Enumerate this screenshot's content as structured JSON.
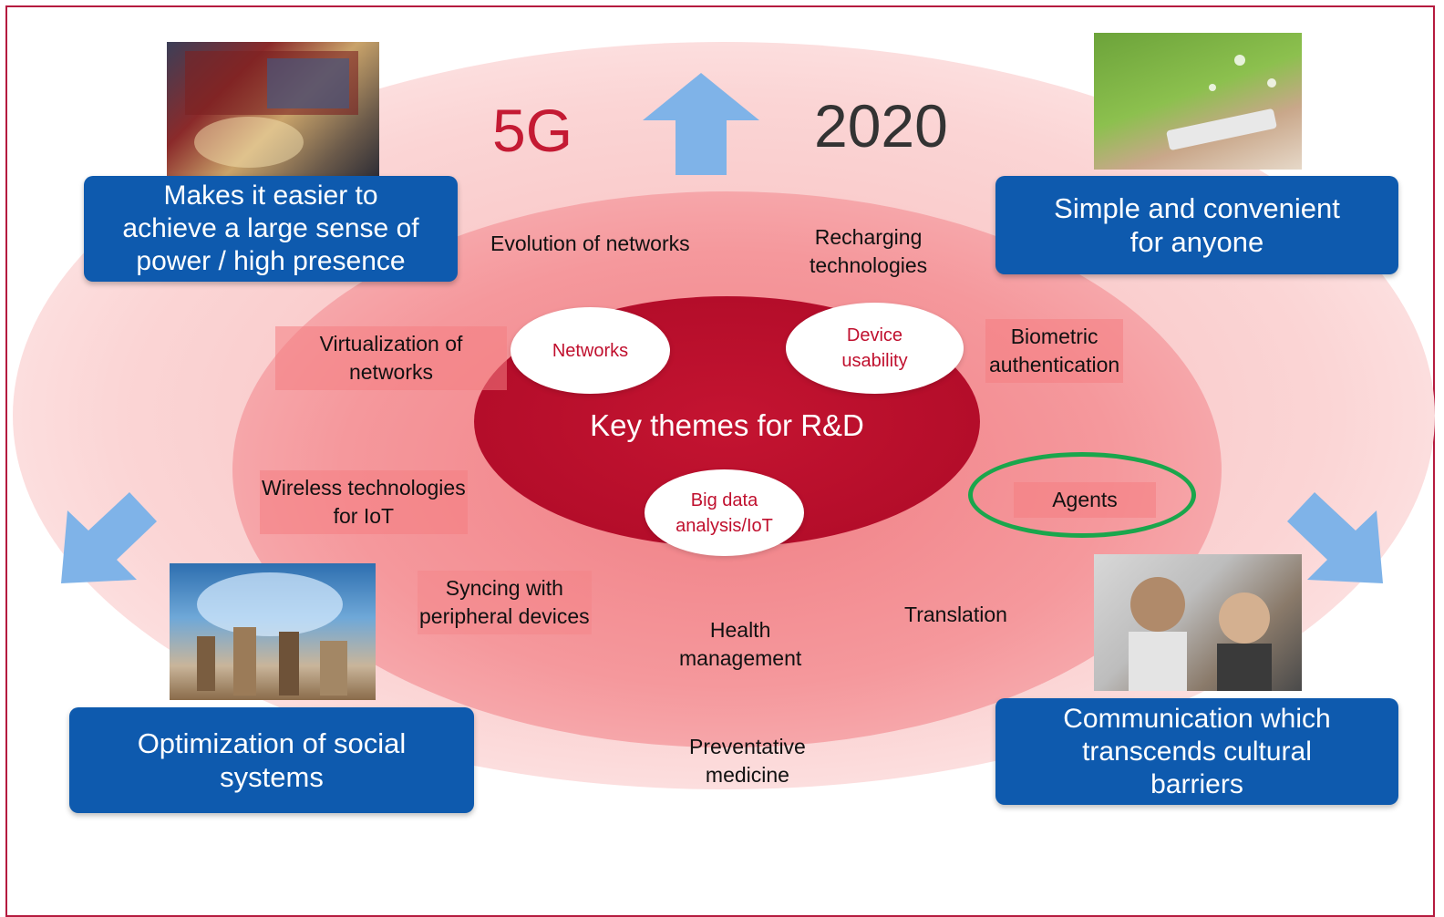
{
  "header": {
    "technology": "5G",
    "year": "2020"
  },
  "core": {
    "title": "Key themes for R&D",
    "bubbles": {
      "networks": "Networks",
      "device_usability": [
        "Device",
        "usability"
      ],
      "big_data": [
        "Big data",
        "analysis/IoT"
      ]
    }
  },
  "themes": {
    "evolution": "Evolution of networks",
    "recharging": [
      "Recharging",
      "technologies"
    ],
    "virtualization": [
      "Virtualization of",
      "networks"
    ],
    "biometric": [
      "Biometric",
      "authentication"
    ],
    "wireless_iot": [
      "Wireless technologies",
      "for IoT"
    ],
    "agents": "Agents",
    "syncing": [
      "Syncing with",
      "peripheral devices"
    ],
    "translation": "Translation",
    "health": [
      "Health",
      "management"
    ],
    "preventative": [
      "Preventative",
      "medicine"
    ]
  },
  "goals": {
    "power": [
      "Makes it easier to",
      "achieve a large sense of",
      "power / high presence"
    ],
    "simple": [
      "Simple and convenient",
      "for anyone"
    ],
    "social": [
      "Optimization of social",
      "systems"
    ],
    "communication": [
      "Communication which",
      "transcends cultural",
      "barriers"
    ]
  },
  "colors": {
    "accent_red": "#c0102e",
    "goal_blue": "#0e5aae",
    "arrow_blue": "#7fb3e8",
    "highlight_green": "#1aa64c"
  },
  "icons": {
    "up_arrow": "up-arrow-icon",
    "left_arrow": "down-left-arrow-icon",
    "right_arrow": "down-right-arrow-icon"
  }
}
